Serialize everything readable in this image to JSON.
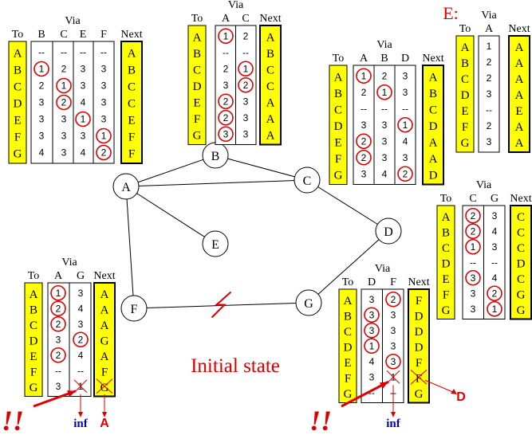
{
  "caption": "Initial state",
  "nodes": [
    {
      "id": "A",
      "label": "A"
    },
    {
      "id": "B",
      "label": "B"
    },
    {
      "id": "C",
      "label": "C"
    },
    {
      "id": "D",
      "label": "D"
    },
    {
      "id": "E",
      "label": "E"
    },
    {
      "id": "F",
      "label": "F"
    },
    {
      "id": "G",
      "label": "G"
    }
  ],
  "links": [
    [
      "A",
      "B"
    ],
    [
      "A",
      "C"
    ],
    [
      "B",
      "C"
    ],
    [
      "A",
      "E"
    ],
    [
      "A",
      "F"
    ],
    [
      "C",
      "D"
    ],
    [
      "D",
      "G"
    ],
    [
      "F",
      "G"
    ]
  ],
  "broken_link": [
    "F",
    "G"
  ],
  "colors": {
    "highlight": "#ffff00",
    "circle": "#dd0000",
    "inf": "#0000cc",
    "node_stroke": "#000000"
  },
  "common": {
    "to_label": "To",
    "via_label": "Via",
    "next_label": "Next",
    "dash": "--"
  },
  "tables": [
    {
      "id": "A",
      "title": "",
      "via": [
        "B",
        "C",
        "E",
        "F"
      ],
      "to": [
        "A",
        "B",
        "C",
        "D",
        "E",
        "F",
        "G"
      ],
      "rows": [
        [
          "--",
          "--",
          "--",
          "--"
        ],
        [
          "1",
          "2",
          "3",
          "3"
        ],
        [
          "2",
          "1",
          "3",
          "3"
        ],
        [
          "3",
          "2",
          "4",
          "3"
        ],
        [
          "3",
          "3",
          "1",
          "3"
        ],
        [
          "3",
          "3",
          "3",
          "1"
        ],
        [
          "4",
          "3",
          "4",
          "2"
        ]
      ],
      "circles": [
        [
          1,
          0
        ],
        [
          2,
          1
        ],
        [
          3,
          1
        ],
        [
          4,
          2
        ],
        [
          5,
          3
        ],
        [
          6,
          3
        ]
      ],
      "next": [
        "A",
        "B",
        "C",
        "C",
        "E",
        "F",
        "F"
      ],
      "annotations": []
    },
    {
      "id": "B",
      "title": "",
      "via": [
        "A",
        "C"
      ],
      "to": [
        "A",
        "B",
        "C",
        "D",
        "E",
        "F",
        "G"
      ],
      "rows": [
        [
          "1",
          "2"
        ],
        [
          "--",
          "--"
        ],
        [
          "2",
          "1"
        ],
        [
          "3",
          "2"
        ],
        [
          "2",
          "3"
        ],
        [
          "2",
          "3"
        ],
        [
          "3",
          "3"
        ]
      ],
      "circles": [
        [
          0,
          0
        ],
        [
          2,
          1
        ],
        [
          3,
          1
        ],
        [
          4,
          0
        ],
        [
          5,
          0
        ],
        [
          6,
          0
        ]
      ],
      "next": [
        "A",
        "B",
        "C",
        "C",
        "A",
        "A",
        "A"
      ],
      "annotations": []
    },
    {
      "id": "C",
      "title": "",
      "via": [
        "A",
        "B",
        "D"
      ],
      "to": [
        "A",
        "B",
        "C",
        "D",
        "E",
        "F",
        "G"
      ],
      "rows": [
        [
          "1",
          "2",
          "3"
        ],
        [
          "2",
          "1",
          "3"
        ],
        [
          "--",
          "--",
          "--"
        ],
        [
          "3",
          "3",
          "1"
        ],
        [
          "2",
          "3",
          "4"
        ],
        [
          "2",
          "3",
          "3"
        ],
        [
          "3",
          "4",
          "2"
        ]
      ],
      "circles": [
        [
          0,
          0
        ],
        [
          1,
          1
        ],
        [
          3,
          2
        ],
        [
          4,
          0
        ],
        [
          5,
          0
        ],
        [
          6,
          2
        ]
      ],
      "next": [
        "A",
        "B",
        "C",
        "D",
        "A",
        "A",
        "D"
      ],
      "annotations": []
    },
    {
      "id": "E",
      "title": "E:",
      "via": [
        "A"
      ],
      "to": [
        "A",
        "B",
        "C",
        "D",
        "E",
        "F",
        "G"
      ],
      "rows": [
        [
          "1"
        ],
        [
          "2"
        ],
        [
          "2"
        ],
        [
          "3"
        ],
        [
          "--"
        ],
        [
          "2"
        ],
        [
          "3"
        ]
      ],
      "circles": [],
      "next": [
        "A",
        "A",
        "A",
        "A",
        "E",
        "A",
        "A"
      ],
      "annotations": []
    },
    {
      "id": "D",
      "title": "",
      "via": [
        "C",
        "G"
      ],
      "to": [
        "A",
        "B",
        "C",
        "D",
        "E",
        "F",
        "G"
      ],
      "rows": [
        [
          "2",
          "3"
        ],
        [
          "2",
          "4"
        ],
        [
          "1",
          "3"
        ],
        [
          "--",
          "--"
        ],
        [
          "3",
          "4"
        ],
        [
          "3",
          "2"
        ],
        [
          "3",
          "1"
        ]
      ],
      "circles": [
        [
          0,
          0
        ],
        [
          1,
          0
        ],
        [
          2,
          0
        ],
        [
          4,
          0
        ],
        [
          5,
          1
        ],
        [
          6,
          1
        ]
      ],
      "next": [
        "C",
        "C",
        "C",
        "D",
        "C",
        "G",
        "G"
      ],
      "annotations": []
    },
    {
      "id": "F",
      "title": "",
      "via": [
        "A",
        "G"
      ],
      "to": [
        "A",
        "B",
        "C",
        "D",
        "E",
        "F",
        "G"
      ],
      "rows": [
        [
          "1",
          "3"
        ],
        [
          "2",
          "4"
        ],
        [
          "2",
          "3"
        ],
        [
          "3",
          "2"
        ],
        [
          "2",
          "4"
        ],
        [
          "--",
          "--"
        ],
        [
          "3",
          "1"
        ]
      ],
      "circles": [
        [
          0,
          0
        ],
        [
          1,
          0
        ],
        [
          2,
          0
        ],
        [
          3,
          1
        ],
        [
          4,
          0
        ]
      ],
      "next": [
        "A",
        "A",
        "A",
        "G",
        "A",
        "F",
        "G"
      ],
      "annotations": [
        {
          "text": "!!",
          "color": "#dd0000"
        },
        {
          "text": "inf",
          "color": "#0000cc"
        },
        {
          "text": "A",
          "color": "#dd0000"
        }
      ]
    },
    {
      "id": "G",
      "title": "",
      "via": [
        "D",
        "F"
      ],
      "to": [
        "A",
        "B",
        "C",
        "D",
        "E",
        "F",
        "G"
      ],
      "rows": [
        [
          "3",
          "2"
        ],
        [
          "3",
          "3"
        ],
        [
          "3",
          "3"
        ],
        [
          "1",
          "3"
        ],
        [
          "4",
          "3"
        ],
        [
          "3",
          "1"
        ],
        [
          "--",
          "--"
        ]
      ],
      "circles": [
        [
          0,
          1
        ],
        [
          1,
          0
        ],
        [
          2,
          0
        ],
        [
          3,
          0
        ],
        [
          4,
          1
        ]
      ],
      "next": [
        "F",
        "D",
        "D",
        "D",
        "F",
        "F",
        "G"
      ],
      "annotations": [
        {
          "text": "!!",
          "color": "#dd0000"
        },
        {
          "text": "inf",
          "color": "#0000cc"
        },
        {
          "text": "D",
          "color": "#dd0000"
        }
      ]
    }
  ]
}
